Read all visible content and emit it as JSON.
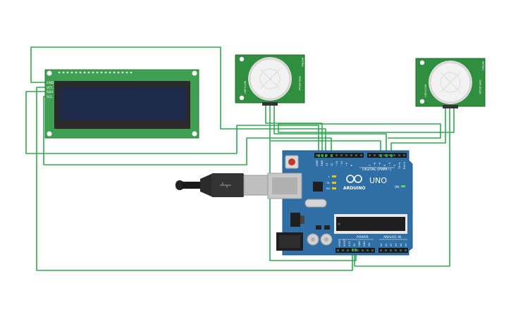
{
  "lcd": {
    "pins": [
      "GND",
      "VCC",
      "SDA",
      "SCL"
    ]
  },
  "pir_sensors": [
    {
      "side_left": "HIGH/LOW",
      "side_right": "TIME-DELAY",
      "top_right": "RETRIG"
    },
    {
      "side_left": "HIGH/LOW",
      "side_right": "TIME-DELAY",
      "top_right": "RETRIG"
    }
  ],
  "arduino": {
    "brand": "ARDUINO",
    "model": "UNO",
    "digital_label": "DIGITAL (PWM~)",
    "on_label": "ON",
    "power_label": "POWER",
    "analog_label": "ANALOG IN",
    "led_labels": [
      "L",
      "TX",
      "RX"
    ],
    "top_pin_labels": [
      "AREF",
      "GND",
      "13",
      "12",
      "~11",
      "~10",
      "~9",
      "8",
      "7",
      "~6",
      "~5",
      "4",
      "~3",
      "2",
      "TX→1",
      "RX←0"
    ],
    "power_pin_labels": [
      "IOREF",
      "RESET",
      "3.3V",
      "5V",
      "GND",
      "GND",
      "Vin"
    ],
    "analog_pin_labels": [
      "A0",
      "A1",
      "A2",
      "A3",
      "A4",
      "A5"
    ]
  },
  "colors": {
    "wire": "#2fa84f",
    "board": "#2f6fa5",
    "lcd_pcb": "#3f9f52",
    "lcd_screen": "#1e2a4a",
    "pir_pcb": "#2f8f3f"
  }
}
